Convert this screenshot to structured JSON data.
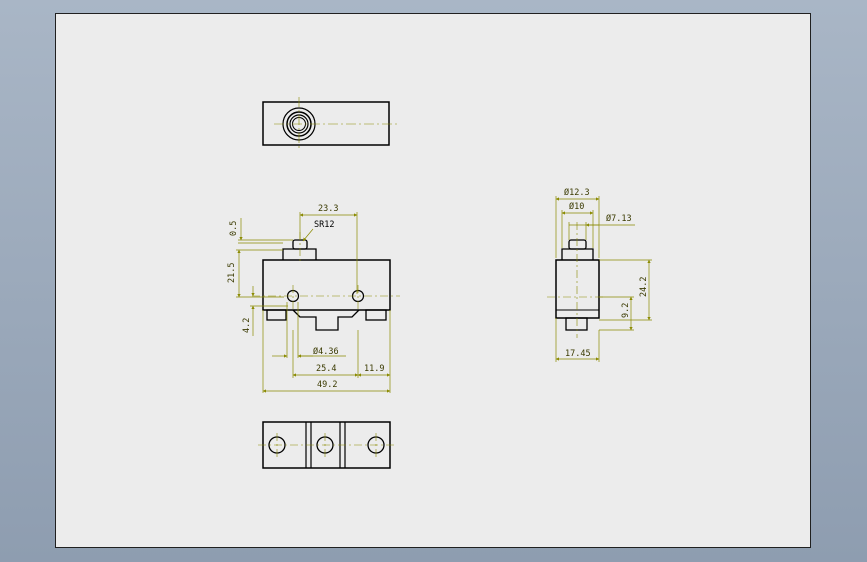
{
  "drawing": {
    "dimensions": {
      "d_23_3": "23.3",
      "d_sr12": "SR12",
      "d_0_5": "0.5",
      "d_21_5": "21.5",
      "d_4_2": "4.2",
      "d_dia436": "Ø4.36",
      "d_25_4": "25.4",
      "d_11_9": "11.9",
      "d_49_2": "49.2",
      "d_dia12_3": "Ø12.3",
      "d_dia10": "Ø10",
      "d_dia7_13": "Ø7.13",
      "d_24_2": "24.2",
      "d_9_2": "9.2",
      "d_17_45": "17.45"
    },
    "colors": {
      "sheet": "#ececec",
      "outline": "#000000",
      "dimension": "#8a8a00",
      "centerline": "#8a8a00"
    }
  }
}
